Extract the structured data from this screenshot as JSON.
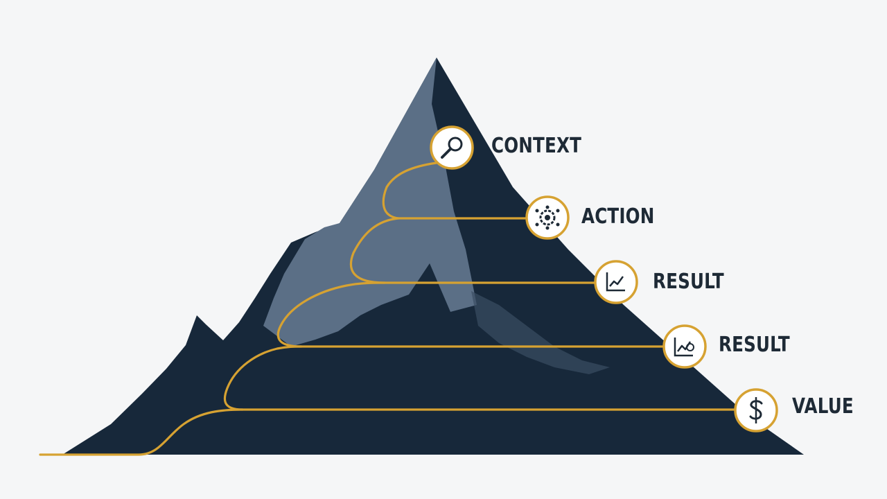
{
  "stages": [
    {
      "id": "context",
      "label": "CONTEXT",
      "icon": "magnifier-icon"
    },
    {
      "id": "action",
      "label": "ACTION",
      "icon": "gear-network-icon"
    },
    {
      "id": "result1",
      "label": "RESULT",
      "icon": "line-chart-icon"
    },
    {
      "id": "result2",
      "label": "RESULT",
      "icon": "chart-magnifier-icon"
    },
    {
      "id": "value",
      "label": "VALUE",
      "icon": "dollar-icon"
    }
  ],
  "colors": {
    "background": "#f5f6f7",
    "mountain_dark": "#17283a",
    "mountain_light": "#5b6f86",
    "path": "#d6a232",
    "label": "#1e2a36"
  }
}
